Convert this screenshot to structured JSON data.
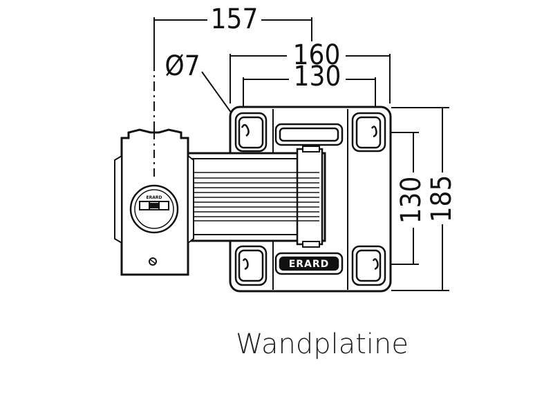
{
  "dimensions": {
    "overall_depth": "157",
    "plate_width": "160",
    "hole_spacing_horizontal": "130",
    "hole_diameter": "Ø7",
    "hole_spacing_vertical": "130",
    "plate_height": "185"
  },
  "caption": "Wandplatine",
  "brand": {
    "plate_logo": "ERARD",
    "level_logo": "ERARD"
  },
  "colors": {
    "line": "#111111",
    "fill_plate": "#ffffff",
    "background": "#ffffff"
  }
}
